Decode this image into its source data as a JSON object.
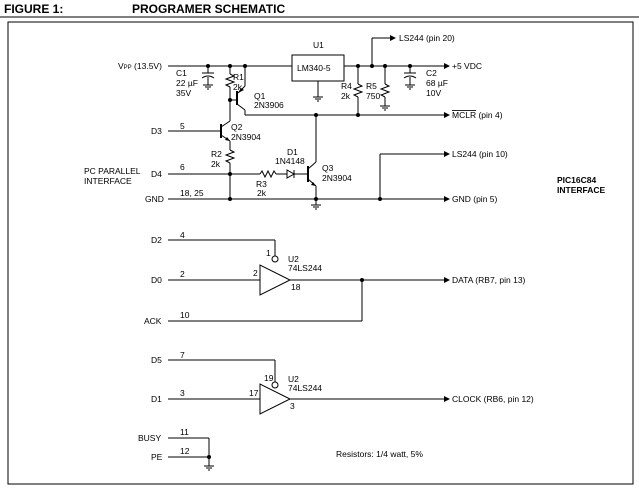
{
  "figure": {
    "label": "FIGURE 1:",
    "title": "PROGRAMER SCHEMATIC"
  },
  "pc_interface": {
    "line1": "PC PARALLEL",
    "line2": "INTERFACE"
  },
  "pic_interface": {
    "line1": "PIC16C84",
    "line2": "INTERFACE"
  },
  "signals": {
    "vpp": "VPP (13.5V)",
    "vpp_prefix": "V",
    "vpp_sub": "PP",
    "vpp_rest": " (13.5V)",
    "d3": "D3",
    "d4": "D4",
    "gnd": "GND",
    "d2": "D2",
    "d0": "D0",
    "ack": "ACK",
    "d5": "D5",
    "d1": "D1",
    "busy": "BUSY",
    "pe": "PE"
  },
  "pins": {
    "d3": "5",
    "d4": "6",
    "gnd": "18, 25",
    "d2": "4",
    "d0": "2",
    "ack": "10",
    "d5": "7",
    "d1": "3",
    "busy": "11",
    "pe": "12",
    "u2a_oe": "1",
    "u2a_in": "2",
    "u2a_out": "18",
    "u2b_oe": "19",
    "u2b_in": "17",
    "u2b_out": "3"
  },
  "outputs": {
    "ls244_pin20": "LS244  (pin 20)",
    "plus5": "+5 VDC",
    "mclr_name": "MCLR",
    "mclr_pin": " (pin 4)",
    "ls244_pin10": "LS244 (pin 10)",
    "gnd_pin5": "GND (pin 5)",
    "data": "DATA (RB7, pin 13)",
    "clock": "CLOCK (RB6, pin 12)"
  },
  "components": {
    "u1_ref": "U1",
    "u1_part": "LM340-5",
    "c1_ref": "C1",
    "c1_val": "22 µF",
    "c1_volt": "35V",
    "c2_ref": "C2",
    "c2_val": "68 µF",
    "c2_volt": "10V",
    "r1_ref": "R1",
    "r1_val": "2k",
    "r2_ref": "R2",
    "r2_val": "2k",
    "r3_ref": "R3",
    "r3_val": "2k",
    "r4_ref": "R4",
    "r4_val": "2k",
    "r5_ref": "R5",
    "r5_val": "750",
    "q1_ref": "Q1",
    "q1_part": "2N3906",
    "q2_ref": "Q2",
    "q2_part": "2N3904",
    "q3_ref": "Q3",
    "q3_part": "2N3904",
    "d1_ref": "D1",
    "d1_part": "1N4148",
    "u2a_ref": "U2",
    "u2a_part": "74LS244",
    "u2b_ref": "U2",
    "u2b_part": "74LS244"
  },
  "note": "Resistors: 1/4 watt, 5%"
}
